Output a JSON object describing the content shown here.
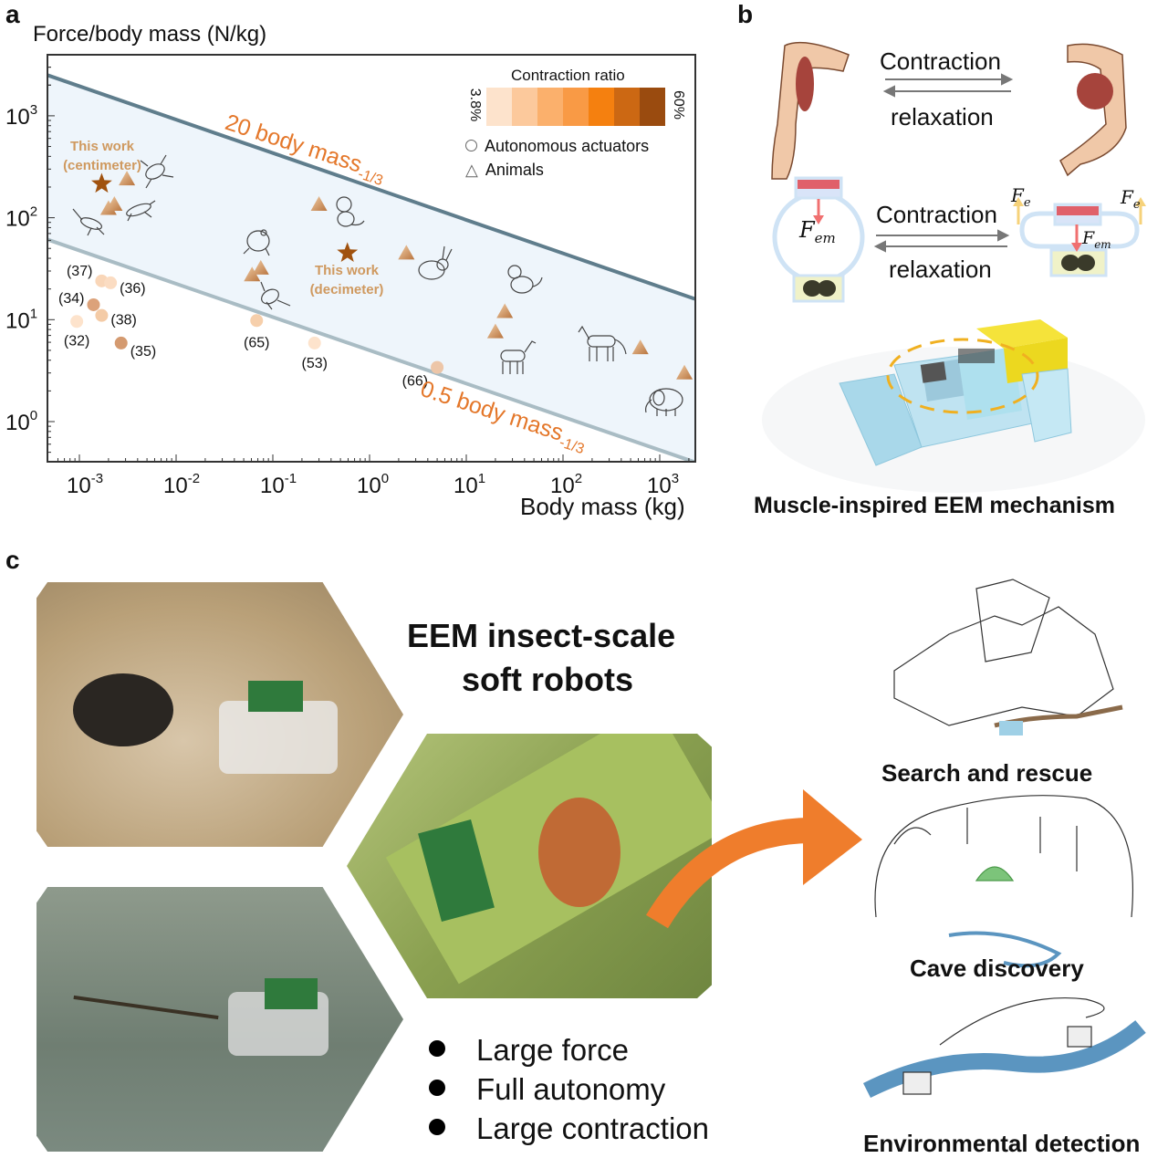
{
  "panels": {
    "a": "a",
    "b": "b",
    "c": "c"
  },
  "chart_data": {
    "type": "scatter",
    "ylabel": "Force/body mass (N/kg)",
    "xlabel": "Body mass (kg)",
    "xscale": "log",
    "yscale": "log",
    "xlim": [
      0.00047,
      2300
    ],
    "ylim": [
      0.33,
      3500
    ],
    "x_ticks": [
      {
        "value": 0.001,
        "base": "10",
        "exp": "-3"
      },
      {
        "value": 0.01,
        "base": "10",
        "exp": "-2"
      },
      {
        "value": 0.1,
        "base": "10",
        "exp": "-1"
      },
      {
        "value": 1,
        "base": "10",
        "exp": "0"
      },
      {
        "value": 10,
        "base": "10",
        "exp": "1"
      },
      {
        "value": 100,
        "base": "10",
        "exp": "2"
      },
      {
        "value": 1000,
        "base": "10",
        "exp": "3"
      }
    ],
    "y_ticks": [
      {
        "value": 1,
        "base": "10",
        "exp": "0"
      },
      {
        "value": 10,
        "base": "10",
        "exp": "1"
      },
      {
        "value": 100,
        "base": "10",
        "exp": "2"
      },
      {
        "value": 1000,
        "base": "10",
        "exp": "3"
      }
    ],
    "grid": false,
    "band_color": "#eef5fb",
    "reference_lines": [
      {
        "label": "20 body mass",
        "sup": "-1/3",
        "points": [
          [
            0.00047,
            2500
          ],
          [
            2300,
            16
          ]
        ],
        "color": "#5f7d8c"
      },
      {
        "label": "0.5 body mass",
        "sup": "-1/3",
        "points": [
          [
            0.00047,
            61
          ],
          [
            2300,
            0.4
          ]
        ],
        "color": "#a9bcc4"
      }
    ],
    "colorbar": {
      "title": "Contraction ratio",
      "min_label": "3.8%",
      "max_label": "60%",
      "colors": [
        "#fde3cc",
        "#fcc99c",
        "#fbb06c",
        "#f99a45",
        "#f5800f",
        "#cc6813",
        "#9a4b0f"
      ]
    },
    "legend": {
      "placement": "top-right",
      "items": [
        {
          "marker": "circle",
          "label": "Autonomous actuators"
        },
        {
          "marker": "triangle",
          "label": "Animals"
        }
      ]
    },
    "series": [
      {
        "marker": "circle",
        "points": [
          {
            "x": 0.0017,
            "y": 24,
            "label": "(37)",
            "color": "#f9d6b8"
          },
          {
            "x": 0.0021,
            "y": 23,
            "label": "(36)",
            "color": "#fbdcc2"
          },
          {
            "x": 0.0014,
            "y": 14,
            "label": "(34)",
            "color": "#dca27a"
          },
          {
            "x": 0.0017,
            "y": 11,
            "label": "(38)",
            "color": "#f4cba6"
          },
          {
            "x": 0.00094,
            "y": 9.6,
            "label": "(32)",
            "color": "#fde3cc"
          },
          {
            "x": 0.0027,
            "y": 5.9,
            "label": "(35)",
            "color": "#d49a70"
          },
          {
            "x": 0.068,
            "y": 9.8,
            "label": "(65)",
            "color": "#f6cfab"
          },
          {
            "x": 0.27,
            "y": 5.9,
            "label": "(53)",
            "color": "#fde3cc"
          },
          {
            "x": 5.0,
            "y": 3.4,
            "label": "(66)",
            "color": "#edc6a8"
          }
        ]
      },
      {
        "marker": "star",
        "points": [
          {
            "x": 0.0017,
            "y": 215,
            "label": "This work (centimeter)",
            "color": "#a0520f"
          },
          {
            "x": 0.59,
            "y": 45,
            "label": "This work (decimeter)",
            "color": "#a0520f"
          }
        ]
      },
      {
        "marker": "triangle",
        "points": [
          {
            "x": 0.0031,
            "y": 240
          },
          {
            "x": 0.002,
            "y": 123
          },
          {
            "x": 0.0023,
            "y": 135
          },
          {
            "x": 0.3,
            "y": 135
          },
          {
            "x": 0.061,
            "y": 27.5
          },
          {
            "x": 0.075,
            "y": 32
          },
          {
            "x": 2.4,
            "y": 45
          },
          {
            "x": 25,
            "y": 12
          },
          {
            "x": 20,
            "y": 7.6
          },
          {
            "x": 630,
            "y": 5.3
          },
          {
            "x": 1800,
            "y": 3.0
          }
        ]
      }
    ]
  },
  "panel_b": {
    "arm_contraction": "Contraction",
    "arm_relaxation": "relaxation",
    "mech_contraction": "Contraction",
    "mech_relaxation": "relaxation",
    "f_em": "F",
    "f_em_sub": "em",
    "f_e": "F",
    "f_e_sub": "e",
    "caption": "Muscle-inspired EEM mechanism"
  },
  "panel_c": {
    "title_line1": "EEM insect-scale",
    "title_line2": "soft robots",
    "bullets": [
      "Large force",
      "Full autonomy",
      "Large contraction"
    ],
    "applications": [
      "Search and rescue",
      "Cave discovery",
      "Environmental detection"
    ],
    "arrow_color": "#ef7d2c"
  }
}
